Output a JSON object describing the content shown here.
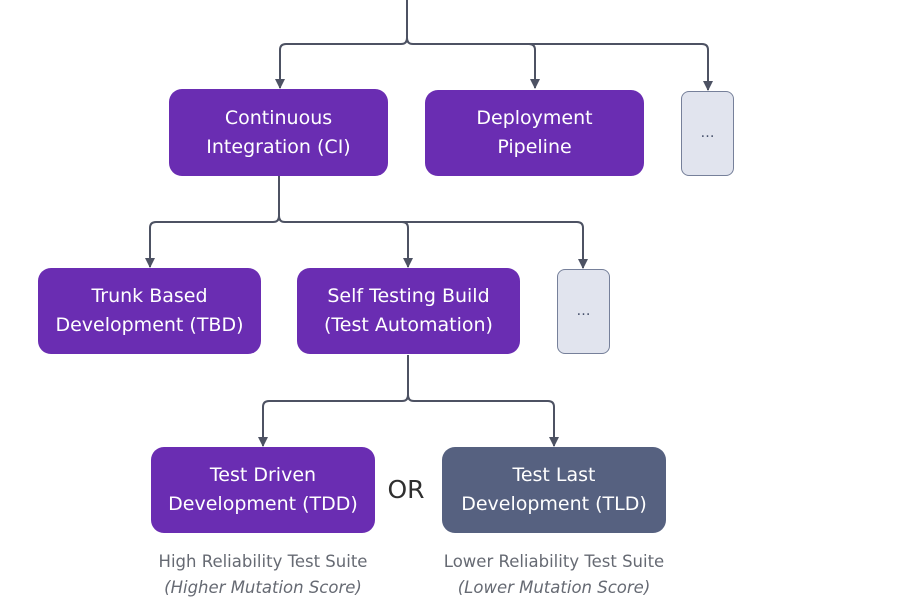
{
  "nodes": {
    "ci": "Continuous\nIntegration (CI)",
    "deployment_pipeline": "Deployment\nPipeline",
    "ellipsis_top": "…",
    "tbd": "Trunk Based\nDevelopment (TBD)",
    "self_testing_build": "Self Testing Build\n(Test Automation)",
    "ellipsis_mid": "…",
    "tdd": "Test Driven\nDevelopment (TDD)",
    "tld": "Test Last\nDevelopment (TLD)"
  },
  "or_label": "OR",
  "captions": {
    "tdd": {
      "main": "High Reliability Test Suite",
      "sub": "(Higher Mutation Score)"
    },
    "tld": {
      "main": "Lower Reliability Test Suite",
      "sub": "(Lower Mutation Score)"
    }
  },
  "colors": {
    "node_primary": "#6a2db2",
    "node_secondary": "#566180",
    "node_placeholder": "#e1e4ee",
    "connector": "#4d5263"
  }
}
